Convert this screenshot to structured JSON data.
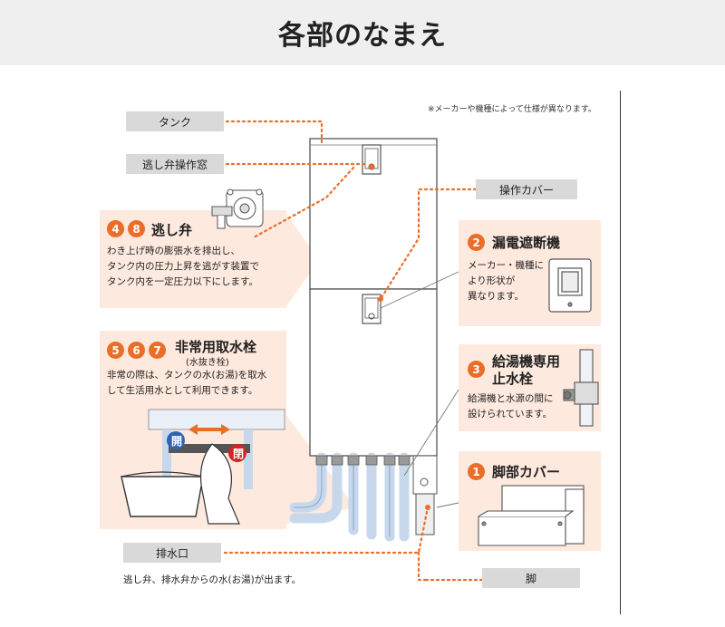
{
  "page": {
    "title": "各部のなまえ"
  },
  "note": "※メーカーや機種によって仕様が異なります。",
  "labels": {
    "tank": "タンク",
    "relief_window": "逃し弁操作窓",
    "control_cover": "操作カバー",
    "drain_outlet": "排水口",
    "foot": "脚"
  },
  "drain_caption": "逃し弁、排水弁からの水(お湯)が出ます。",
  "panels": {
    "relief_valve": {
      "numbers": [
        "4",
        "8"
      ],
      "title": "逃し弁",
      "lines": [
        "わき上げ時の膨張水を排出し、",
        "タンク内の圧力上昇を逃がす装置で",
        "タンク内を一定圧力以下にします。"
      ]
    },
    "emergency_tap": {
      "numbers": [
        "5",
        "6",
        "7"
      ],
      "title": "非常用取水栓",
      "subtitle": "(水抜き栓)",
      "lines": [
        "非常の際は、タンクの水(お湯)を取水",
        "して生活用水として利用できます。"
      ],
      "open_label": "開",
      "close_label": "閉"
    },
    "breaker": {
      "numbers": [
        "2"
      ],
      "title": "漏電遮断機",
      "lines": [
        "メーカー・機種に",
        "より形状が",
        "異なります。"
      ]
    },
    "shutoff_valve": {
      "numbers": [
        "3"
      ],
      "title_lines": [
        "給湯機専用",
        "止水栓"
      ],
      "lines": [
        "給湯機と水源の間に",
        "設けられています。"
      ]
    },
    "foot_cover": {
      "numbers": [
        "1"
      ],
      "title": "脚部カバー"
    }
  },
  "colors": {
    "accent": "#ea6e28",
    "panel_bg": "#fde9de",
    "label_bg": "#d9d9d9",
    "header_bg": "#efefef",
    "pipe_blue": "#c7d8ec"
  }
}
